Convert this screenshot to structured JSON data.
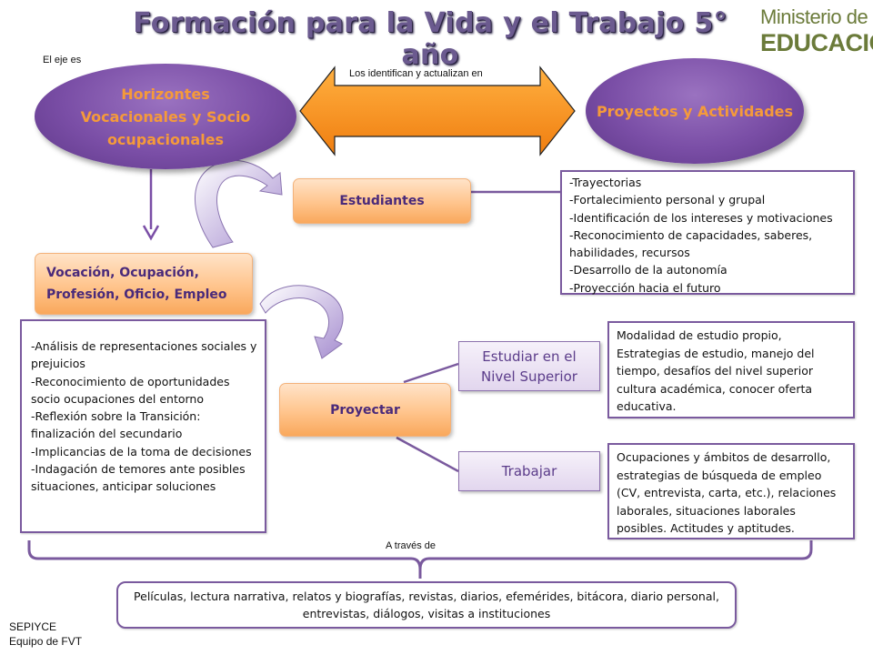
{
  "title": "Formación para la Vida y el Trabajo 5° año",
  "logo": {
    "line1": "Ministerio de",
    "line2": "EDUCACIÓN"
  },
  "intro_label": "El eje es",
  "arrow_label": "Los identifican y actualizan en",
  "ellipse_left": "Horizontes Vocacionales  y Socio ocupacionales",
  "ellipse_right": "Proyectos y Actividades",
  "estudiantes": "Estudiantes",
  "estudiantes_list": [
    "-Trayectorias",
    "-Fortalecimiento personal y grupal",
    "-Identificación de los intereses y motivaciones",
    "-Reconocimiento de capacidades, saberes, habilidades, recursos",
    "-Desarrollo de la autonomía",
    "-Proyección hacia el futuro"
  ],
  "vocacion": "Vocación, Ocupación, Profesión, Oficio, Empleo",
  "analisis_list": [
    "-Análisis de representaciones sociales y prejuicios",
    "-Reconocimiento de oportunidades socio ocupaciones del entorno",
    "-Reflexión sobre la Transición: finalización del secundario",
    "-Implicancias de la toma de decisiones",
    "-Indagación de temores ante posibles situaciones, anticipar soluciones"
  ],
  "proyectar": "Proyectar",
  "estudiar": "Estudiar en el Nivel Superior",
  "estudiar_text": "Modalidad de estudio propio, Estrategias de estudio, manejo del tiempo,  desafíos del nivel superior cultura académica, conocer oferta educativa.",
  "trabajar": "Trabajar",
  "trabajar_text": "Ocupaciones y ámbitos de desarrollo, estrategias de búsqueda de empleo (CV, entrevista, carta, etc.), relaciones laborales, situaciones laborales posibles. Actitudes y aptitudes.",
  "a_traves": "A través  de",
  "bottom_text": "Películas, lectura narrativa, relatos y biografías, revistas, diarios, efemérides, bitácora, diario personal, entrevistas, diálogos, visitas a instituciones",
  "footer": {
    "line1": "SEPIYCE",
    "line2": "Equipo de FVT"
  },
  "colors": {
    "purple": "#7a4ea6",
    "orange": "#f59a3a",
    "title": "#6b5a8f",
    "logo": "#6b7b3a"
  }
}
